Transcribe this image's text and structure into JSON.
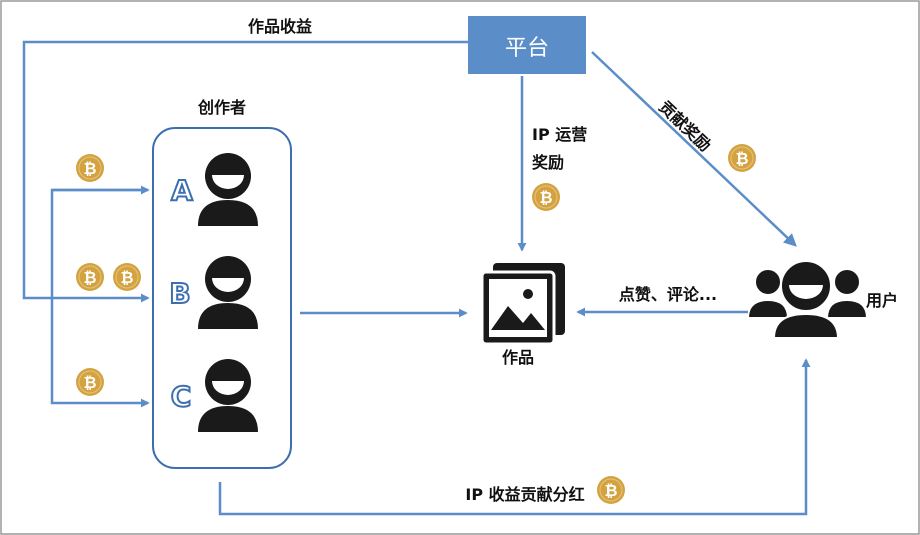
{
  "platform": {
    "label": "平台",
    "color": "#5b8dc9"
  },
  "labels": {
    "creator_income": "作品收益",
    "creators": "创作者",
    "ip_operation": [
      "IP 运营",
      "奖励"
    ],
    "contribution_reward": "贡献奖励",
    "likes_comments": "点赞、评论...",
    "users": "用户",
    "work": "作品",
    "ip_dividend": "IP 收益贡献分红"
  },
  "creators": [
    {
      "letter": "A"
    },
    {
      "letter": "B"
    },
    {
      "letter": "C"
    }
  ],
  "coin": {
    "symbol": "₿",
    "color": "#d4a340"
  },
  "colors": {
    "arrow": "#5b8dc9",
    "icon": "#1a1a1a",
    "frame": "#999999"
  }
}
